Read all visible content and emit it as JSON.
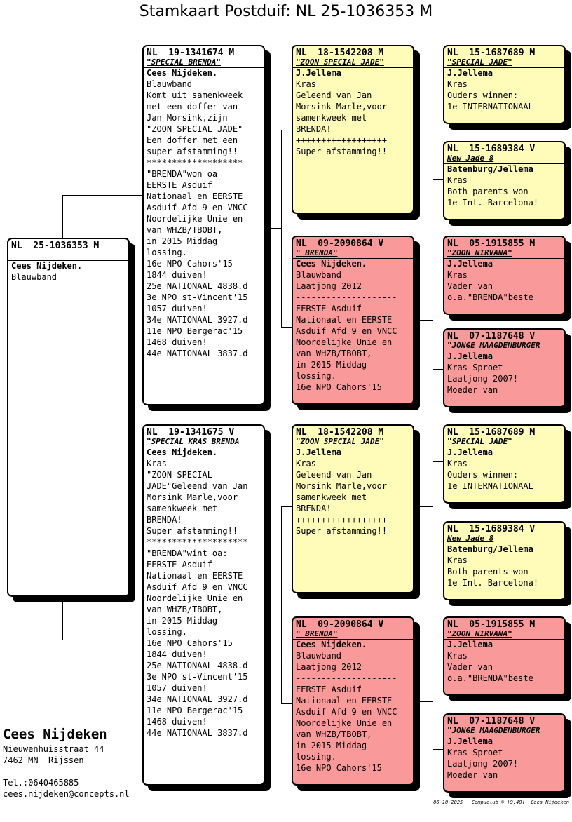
{
  "title": "Stamkaart Postduif: NL  25-1036353 M",
  "colors": {
    "white": "#ffffff",
    "yellow": "#fefcb8",
    "red": "#f99999"
  },
  "cards": [
    {
      "id": "main",
      "color": "white",
      "ring": "NL  25-1036353 M",
      "name": "",
      "owner": "Cees Nijdeken.",
      "lines": [
        "Blauwband"
      ]
    },
    {
      "id": "father",
      "color": "white",
      "ring": "NL  19-1341674 M",
      "name": "\"SPECIAL BRENDA\"",
      "owner": "Cees Nijdeken.",
      "lines": [
        "Blauwband",
        "Komt uit samenkweek",
        "met een doffer van",
        "Jan Morsink,zijn",
        "\"ZOON SPECIAL JADE\"",
        "Een doffer met een",
        "super afstamming!!",
        "*******************",
        "\"BRENDA\"won oa",
        "EERSTE Asduif",
        "Nationaal en EERSTE",
        "Asduif Afd 9 en VNCC",
        "Noordelijke Unie en",
        "van WHZB/TBOBT,",
        "in 2015 Middag",
        "lossing.",
        "16e NPO Cahors'15",
        "1844 duiven!",
        "25e NATIONAAL 4838.d",
        "3e NPO st-Vincent'15",
        "1057 duiven!",
        "34e NATIONAAL 3927.d",
        "11e NPO Bergerac'15",
        "1468 duiven!",
        "44e NATIONAAL 3837.d"
      ]
    },
    {
      "id": "ff",
      "color": "yellow",
      "ring": "NL  18-1542208 M",
      "name": "\"ZOON SPECIAL JADE\"",
      "owner": "J.Jellema",
      "lines": [
        "Kras",
        "Geleend van Jan",
        "Morsink Marle,voor",
        "samenkweek met",
        "BRENDA!",
        "++++++++++++++++++",
        "Super afstamming!!"
      ]
    },
    {
      "id": "fff",
      "color": "yellow",
      "ring": "NL  15-1687689 M",
      "name": "\"SPECIAL JADE\"",
      "owner": "J.Jellema",
      "lines": [
        "Kras",
        "Ouders winnen:",
        "1e INTERNATIONAAL"
      ]
    },
    {
      "id": "ffm",
      "color": "yellow",
      "ring": "NL  15-1689384 V",
      "name": "New Jade 8",
      "owner": "Batenburg/Jellema",
      "lines": [
        "Kras",
        "Both parents won",
        "1e Int. Barcelona!"
      ]
    },
    {
      "id": "fm",
      "color": "red",
      "ring": "NL  09-2090864 V",
      "name": "\" BRENDA\"",
      "owner": "Cees Nijdeken.",
      "lines": [
        "Blauwband",
        "Laatjong 2012",
        "--------------------",
        "EERSTE Asduif",
        "Nationaal en EERSTE",
        "Asduif Afd 9 en VNCC",
        "Noordelijke Unie en",
        "van WHZB/TBOBT,",
        "in 2015 Middag",
        "lossing.",
        "16e NPO Cahors'15"
      ]
    },
    {
      "id": "fmf",
      "color": "red",
      "ring": "NL  05-1915855 M",
      "name": "\"ZOON NIRVANA\"",
      "owner": "J.Jellema",
      "lines": [
        "Kras",
        "Vader van",
        "o.a.\"BRENDA\"beste"
      ]
    },
    {
      "id": "fmm",
      "color": "red",
      "ring": "NL  07-1187648 V",
      "name": "\"JONGE MAAGDENBURGER",
      "owner": "J.Jellema",
      "lines": [
        "Kras Sproet",
        "Laatjong 2007!",
        "Moeder van"
      ]
    },
    {
      "id": "mother",
      "color": "white",
      "ring": "NL  19-1341675 V",
      "name": "\"SPECIAL KRAS BRENDA",
      "owner": "Cees Nijdeken.",
      "lines": [
        "Kras",
        "\"ZOON SPECIAL",
        "JADE\"Geleend van Jan",
        "Morsink Marle,voor",
        "samenkweek met",
        "BRENDA!",
        "Super afstamming!!",
        "********************",
        "\"BRENDA\"wint oa:",
        "EERSTE Asduif",
        "Nationaal en EERSTE",
        "Asduif Afd 9 en VNCC",
        "Noordelijke Unie en",
        "van WHZB/TBOBT,",
        "in 2015 Middag",
        "lossing.",
        "16e NPO Cahors'15",
        "1844 duiven!",
        "25e NATIONAAL 4838.d",
        "3e NPO st-Vincent'15",
        "1057 duiven!",
        "34e NATIONAAL 3927.d",
        "11e NPO Bergerac'15",
        "1468 duiven!",
        "44e NATIONAAL 3837.d"
      ]
    },
    {
      "id": "mf",
      "color": "yellow",
      "ring": "NL  18-1542208 M",
      "name": "\"ZOON SPECIAL JADE\"",
      "owner": "J.Jellema",
      "lines": [
        "Kras",
        "Geleend van Jan",
        "Morsink Marle,voor",
        "samenkweek met",
        "BRENDA!",
        "++++++++++++++++++",
        "Super afstamming!!"
      ]
    },
    {
      "id": "mff",
      "color": "yellow",
      "ring": "NL  15-1687689 M",
      "name": "\"SPECIAL JADE\"",
      "owner": "J.Jellema",
      "lines": [
        "Kras",
        "Ouders winnen:",
        "1e INTERNATIONAAL"
      ]
    },
    {
      "id": "mfm",
      "color": "yellow",
      "ring": "NL  15-1689384 V",
      "name": "New Jade 8",
      "owner": "Batenburg/Jellema",
      "lines": [
        "Kras",
        "Both parents won",
        "1e Int. Barcelona!"
      ]
    },
    {
      "id": "mm",
      "color": "red",
      "ring": "NL  09-2090864 V",
      "name": "\" BRENDA\"",
      "owner": "Cees Nijdeken.",
      "lines": [
        "Blauwband",
        "Laatjong 2012",
        "--------------------",
        "EERSTE Asduif",
        "Nationaal en EERSTE",
        "Asduif Afd 9 en VNCC",
        "Noordelijke Unie en",
        "van WHZB/TBOBT,",
        "in 2015 Middag",
        "lossing.",
        "16e NPO Cahors'15"
      ]
    },
    {
      "id": "mmf",
      "color": "red",
      "ring": "NL  05-1915855 M",
      "name": "\"ZOON NIRVANA\"",
      "owner": "J.Jellema",
      "lines": [
        "Kras",
        "Vader van",
        "o.a.\"BRENDA\"beste"
      ]
    },
    {
      "id": "mmm",
      "color": "red",
      "ring": "NL  07-1187648 V",
      "name": "\"JONGE MAAGDENBURGER",
      "owner": "J.Jellema",
      "lines": [
        "Kras Sproet",
        "Laatjong 2007!",
        "Moeder van"
      ]
    }
  ],
  "footer": {
    "name": "Cees Nijdeken",
    "street": "Nieuwenhuisstraat 44",
    "city": "7462 MN  Rijssen",
    "phone": "Tel.:0640465885",
    "email": "cees.nijdeken@concepts.nl",
    "stamp": "06-10-2025   Compuclub © [9.48]  Cees Nijdeken"
  }
}
